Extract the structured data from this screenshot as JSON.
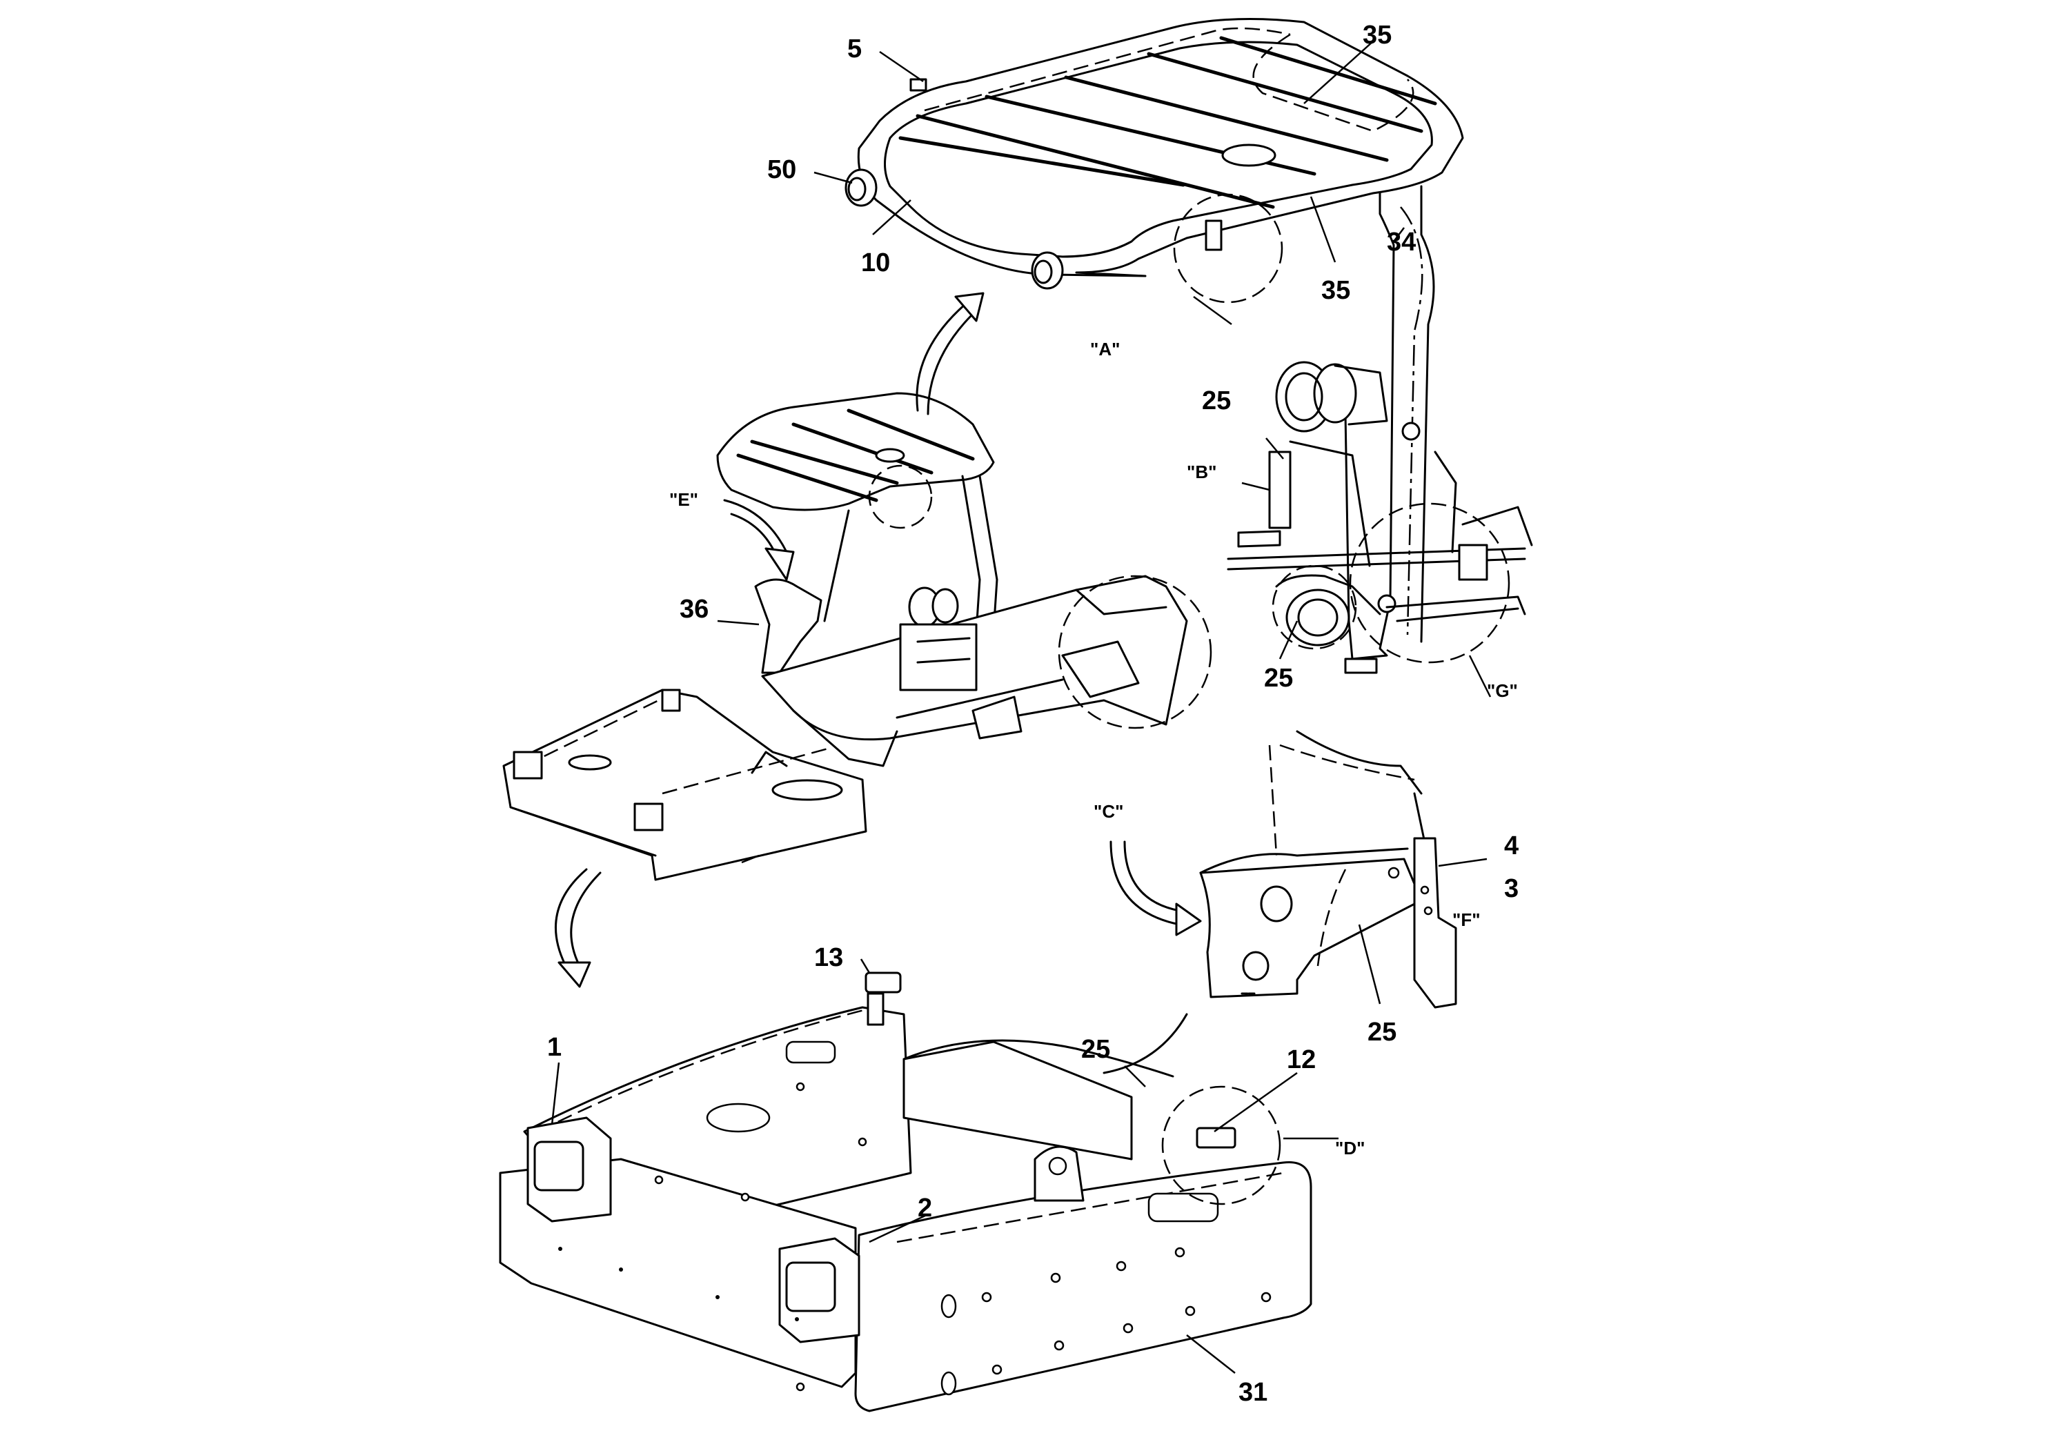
{
  "labels": {
    "n5": "5",
    "n35_top": "35",
    "n50": "50",
    "n10": "10",
    "n35_mid": "35",
    "n34": "34",
    "dA": "\"A\"",
    "n25_b": "25",
    "dB": "\"B\"",
    "dE": "\"E\"",
    "n36": "36",
    "n25_g": "25",
    "dG": "\"G\"",
    "dC": "\"C\"",
    "n4": "4",
    "n3": "3",
    "dF": "\"F\"",
    "n25_c": "25",
    "n13": "13",
    "n1": "1",
    "n25_d": "25",
    "n12": "12",
    "dD": "\"D\"",
    "n2": "2",
    "n31": "31"
  }
}
